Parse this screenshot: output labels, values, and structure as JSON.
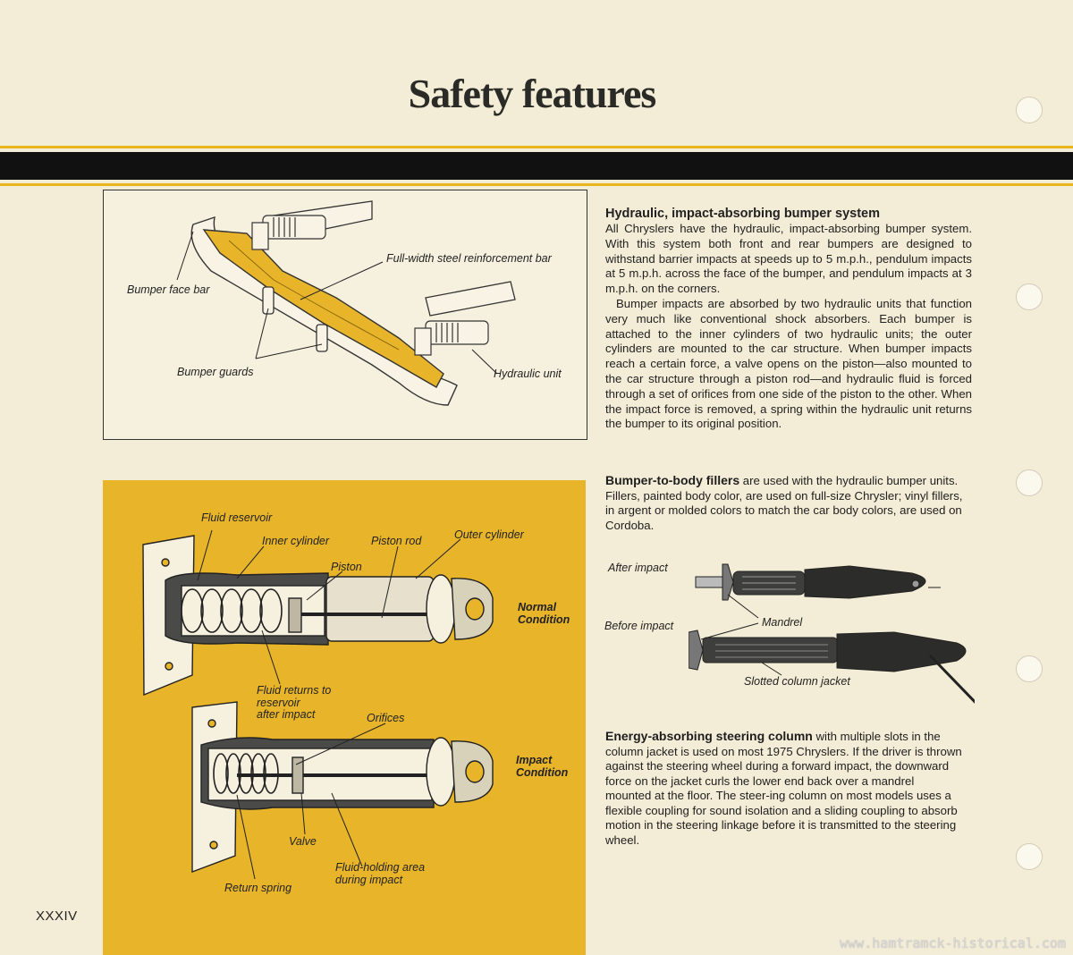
{
  "page": {
    "title": "Safety features",
    "page_number": "XXXIV",
    "watermark": "www.hamtramck-historical.com"
  },
  "bumper_diagram": {
    "labels": {
      "face_bar": "Bumper face bar",
      "reinforcement_bar": "Full-width steel reinforcement bar",
      "guards": "Bumper guards",
      "hydraulic_unit": "Hydraulic unit"
    }
  },
  "hydraulic_diagram": {
    "labels": {
      "fluid_reservoir": "Fluid reservoir",
      "inner_cylinder": "Inner cylinder",
      "piston_rod": "Piston rod",
      "outer_cylinder": "Outer cylinder",
      "piston": "Piston",
      "fluid_returns": "Fluid returns to\nreservoir\nafter impact",
      "orifices": "Orifices",
      "valve": "Valve",
      "fluid_holding": "Fluid-holding area\nduring impact",
      "return_spring": "Return spring"
    },
    "normal_condition": "Normal\nCondition",
    "impact_condition": "Impact\nCondition"
  },
  "article": {
    "bumper_heading": "Hydraulic, impact-absorbing bumper system",
    "bumper_p1": "All Chryslers have the hydraulic, impact-absorbing bumper system. With this system both front and rear bumpers are designed to withstand barrier impacts at speeds up to 5 m.p.h., pendulum impacts at 5 m.p.h. across the face of the bumper, and pendulum impacts at 3 m.p.h. on the corners.",
    "bumper_p2": "Bumper impacts are absorbed by two hydraulic units that function very much like conventional shock absorbers. Each bumper is attached to the inner cylinders of two hydraulic units; the outer cylinders are mounted to the car structure. When bumper impacts reach a certain force, a valve opens on the piston—also mounted to the car structure through a piston rod—and hydraulic fluid is forced through a set of orifices from one side of the piston to the other. When the impact force is removed, a spring within the hydraulic unit returns the bumper to its original position.",
    "fillers_bold": "Bumper-to-body fillers",
    "fillers_text": " are used with the hydraulic bumper units. Fillers, painted body color, are used on full-size Chrysler; vinyl fillers, in argent or molded colors to match the car body colors, are used on Cordoba.",
    "steering_bold": "Energy-absorbing steering column",
    "steering_text": " with multiple slots in the column jacket is used on most 1975 Chryslers. If the driver is thrown against the steering wheel during a forward impact, the downward force on the jacket curls the lower end back over a mandrel mounted at the floor. The steer-ing column on most models uses a flexible coupling for sound isolation and a sliding coupling to absorb motion in the steering linkage before it is transmitted to the steering wheel."
  },
  "steering_photo": {
    "labels": {
      "after_impact": "After impact",
      "before_impact": "Before impact",
      "mandrel": "Mandrel",
      "slotted_jacket": "Slotted column jacket"
    }
  }
}
